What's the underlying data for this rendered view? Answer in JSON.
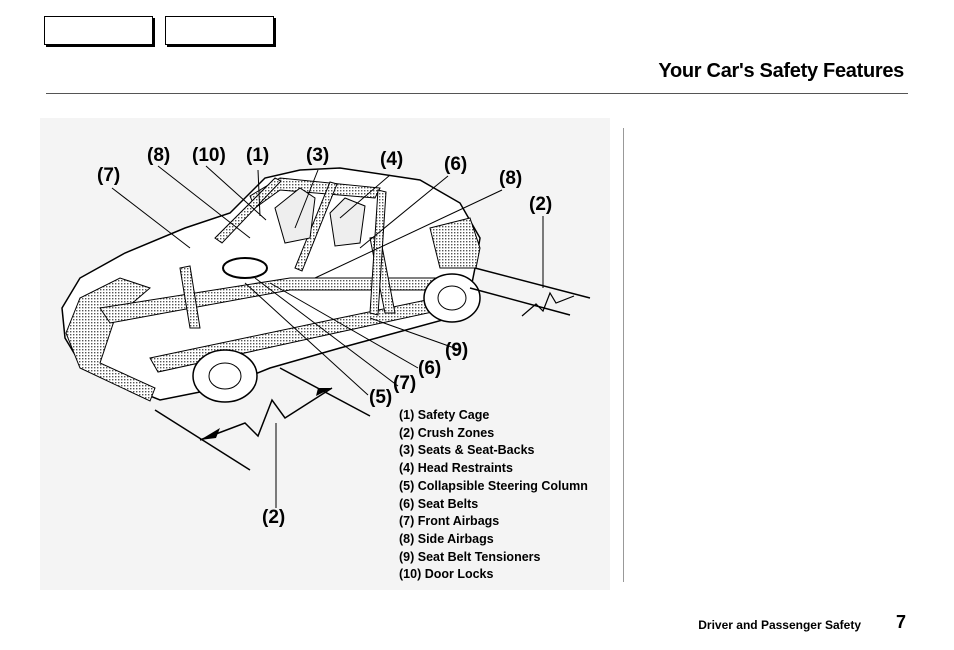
{
  "nav": {
    "prev_label": "",
    "next_label": ""
  },
  "header": {
    "title": "Your Car's Safety Features"
  },
  "figure": {
    "callouts": {
      "c1": "(8)",
      "c2": "(10)",
      "c3": "(1)",
      "c4": "(3)",
      "c5": "(4)",
      "c6": "(6)",
      "c7": "(7)",
      "c8": "(8)",
      "c9": "(2)",
      "c10": "(9)",
      "c11": "(6)",
      "c12": "(7)",
      "c13": "(5)",
      "c14": "(2)"
    },
    "legend": [
      "(1) Safety Cage",
      "(2) Crush Zones",
      "(3) Seats & Seat-Backs",
      "(4) Head Restraints",
      "(5) Collapsible Steering Column",
      "(6) Seat Belts",
      "(7) Front Airbags",
      "(8) Side Airbags",
      "(9) Seat Belt Tensioners",
      "(10) Door Locks"
    ]
  },
  "footer": {
    "section": "Driver and Passenger Safety",
    "page_number": "7"
  }
}
